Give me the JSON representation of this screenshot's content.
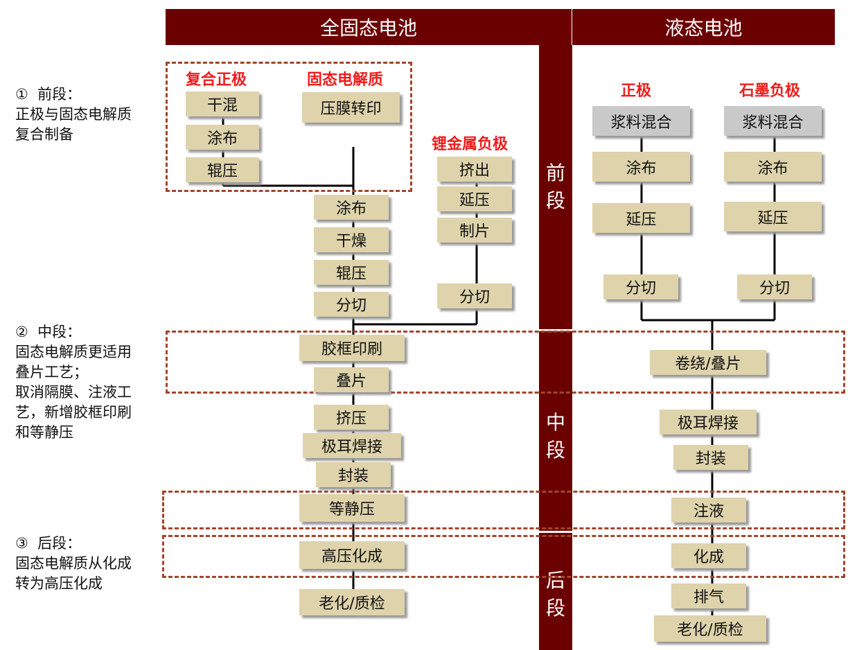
{
  "headers": {
    "solid": "全固态电池",
    "liquid": "液态电池"
  },
  "stages": {
    "front": "前段",
    "middle": "中段",
    "back": "后段"
  },
  "annotations": {
    "front": "①  前段：\n正极与固态电解质\n复合制备",
    "middle": "②  中段：\n固态电解质更适用\n叠片工艺；\n取消隔膜、注液工\n艺，新增胶框印刷\n和等静压",
    "back": "③  后段：\n固态电解质从化成\n转为高压化成"
  },
  "solid": {
    "cathode": {
      "title": "复合正极",
      "steps": [
        "干混",
        "涂布",
        "辊压"
      ]
    },
    "electrolyte": {
      "title": "固态电解质",
      "steps": [
        "压膜转印"
      ]
    },
    "lithium_anode": {
      "title": "锂金属负极",
      "steps": [
        "挤出",
        "延压",
        "制片",
        "分切"
      ]
    },
    "main_steps": [
      "涂布",
      "干燥",
      "辊压",
      "分切"
    ],
    "middle_steps": [
      "胶框印刷",
      "叠片",
      "挤压",
      "极耳焊接",
      "封装",
      "等静压"
    ],
    "back_steps": [
      "高压化成",
      "老化/质检"
    ]
  },
  "liquid": {
    "cathode": {
      "title": "正极",
      "steps": [
        "浆料混合",
        "涂布",
        "延压",
        "分切"
      ]
    },
    "anode": {
      "title": "石墨负极",
      "steps": [
        "浆料混合",
        "涂布",
        "延压",
        "分切"
      ]
    },
    "middle_steps": [
      "卷绕/叠片",
      "极耳焊接",
      "封装",
      "注液"
    ],
    "back_steps": [
      "化成",
      "排气",
      "老化/质检"
    ]
  }
}
